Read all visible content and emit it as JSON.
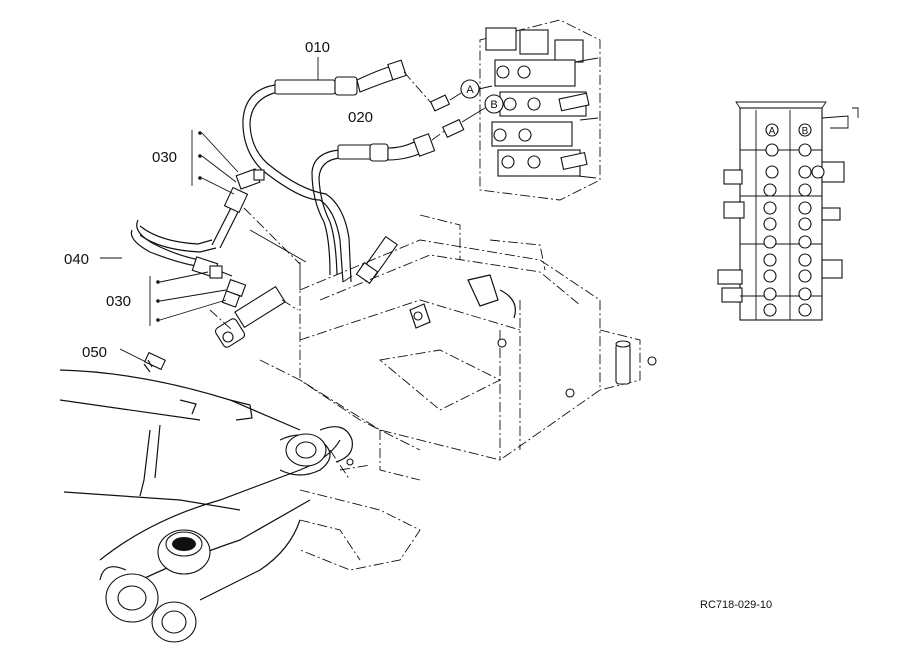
{
  "labels": {
    "p010": "010",
    "p020": "020",
    "p030a": "030",
    "p040": "040",
    "p030b": "030",
    "p050": "050"
  },
  "ports": {
    "a": "A",
    "b": "B",
    "a_detail": "A",
    "b_detail": "B"
  },
  "drawing_code": "RC718-029-10"
}
